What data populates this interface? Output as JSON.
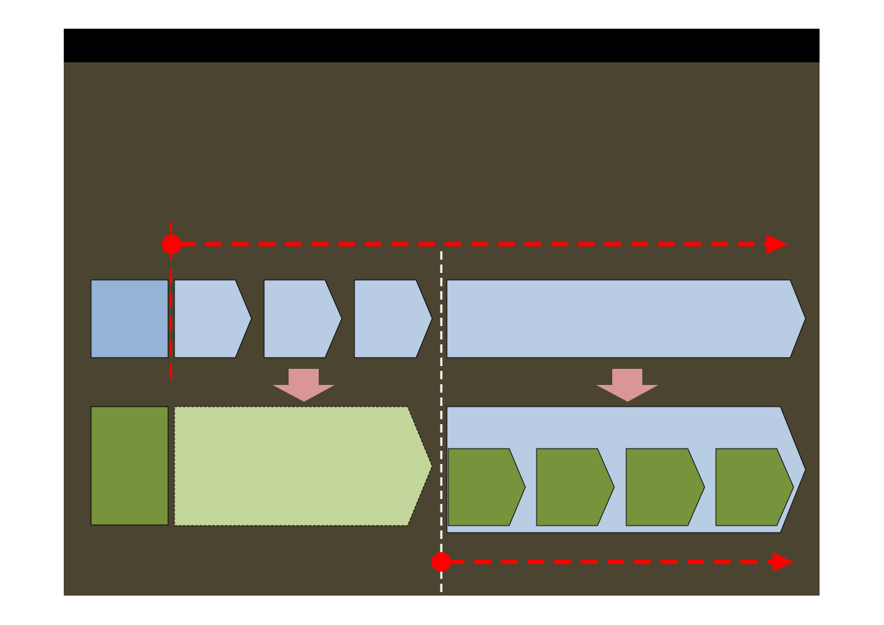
{
  "colors": {
    "slide_background": "#4a4430",
    "header_bar": "#000000",
    "phase_light_blue": "#b8cce4",
    "phase_medium_blue": "#95b3d7",
    "phase_dark_green": "#77933c",
    "phase_light_green": "#c3d69b",
    "transition_arrow": "#da9694",
    "timeline_red": "#ff0000",
    "divider_white": "#ffffff",
    "outline": "#000000"
  },
  "icons": {
    "transition_arrows": "down-arrow",
    "timeline_end": "arrow-head",
    "timeline_start": "circle-marker"
  },
  "diagram": {
    "top_row_phases": 5,
    "sub_sprints_in_bottom_right": 4
  }
}
